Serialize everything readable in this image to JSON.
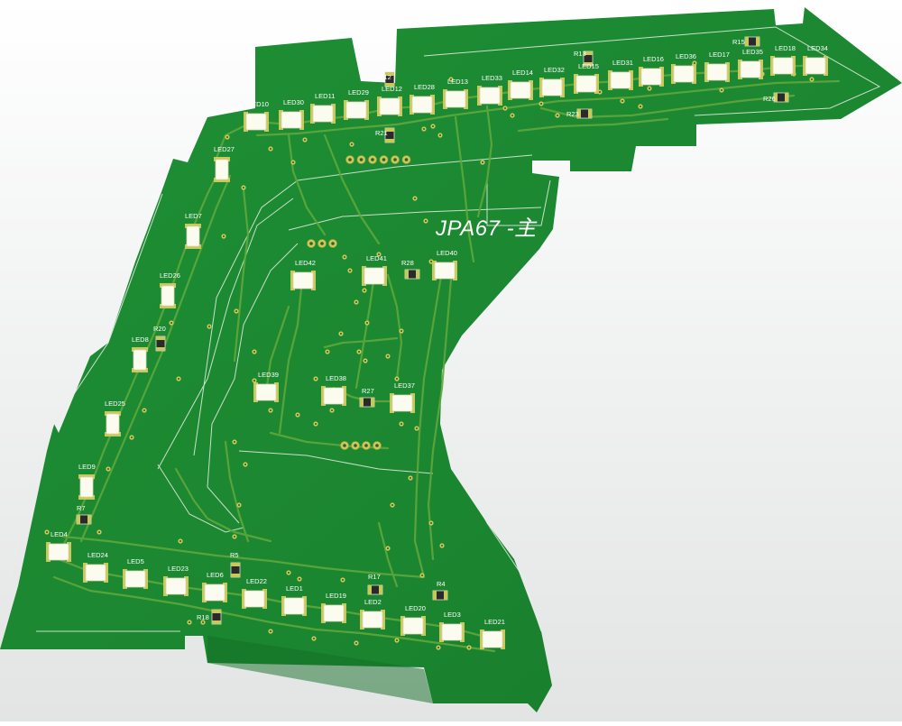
{
  "board": {
    "title": "JPA67 -主",
    "colors": {
      "substrate": "#1d8a32",
      "substrate_dark": "#177a2b",
      "trace": "#5fa83c",
      "pad": "#c9c95a",
      "led_body": "#fbfbf0",
      "silkscreen": "#ffffff",
      "outline": "#e9eee6"
    }
  },
  "leds": [
    {
      "label": "LED10"
    },
    {
      "label": "LED30"
    },
    {
      "label": "LED11"
    },
    {
      "label": "LED29"
    },
    {
      "label": "LED12"
    },
    {
      "label": "LED28"
    },
    {
      "label": "LED13"
    },
    {
      "label": "LED33"
    },
    {
      "label": "LED14"
    },
    {
      "label": "LED32"
    },
    {
      "label": "LED15"
    },
    {
      "label": "LED31"
    },
    {
      "label": "LED16"
    },
    {
      "label": "LED36"
    },
    {
      "label": "LED17"
    },
    {
      "label": "LED35"
    },
    {
      "label": "LED18"
    },
    {
      "label": "LED34"
    },
    {
      "label": "LED27"
    },
    {
      "label": "LED7"
    },
    {
      "label": "LED26"
    },
    {
      "label": "LED8"
    },
    {
      "label": "LED25"
    },
    {
      "label": "LED9"
    },
    {
      "label": "LED4"
    },
    {
      "label": "LED24"
    },
    {
      "label": "LED5"
    },
    {
      "label": "LED23"
    },
    {
      "label": "LED6"
    },
    {
      "label": "LED22"
    },
    {
      "label": "LED1"
    },
    {
      "label": "LED19"
    },
    {
      "label": "LED2"
    },
    {
      "label": "LED20"
    },
    {
      "label": "LED3"
    },
    {
      "label": "LED21"
    },
    {
      "label": "LED42"
    },
    {
      "label": "LED41"
    },
    {
      "label": "LED40"
    },
    {
      "label": "LED39"
    },
    {
      "label": "LED38"
    },
    {
      "label": "LED37"
    }
  ],
  "resistors": [
    {
      "label": "R12"
    },
    {
      "label": "R21"
    },
    {
      "label": "R13"
    },
    {
      "label": "R23"
    },
    {
      "label": "R15"
    },
    {
      "label": "R26"
    },
    {
      "label": "R28"
    },
    {
      "label": "R20"
    },
    {
      "label": "R27"
    },
    {
      "label": "R7"
    },
    {
      "label": "R5"
    },
    {
      "label": "R18"
    },
    {
      "label": "R17"
    },
    {
      "label": "R4"
    }
  ]
}
